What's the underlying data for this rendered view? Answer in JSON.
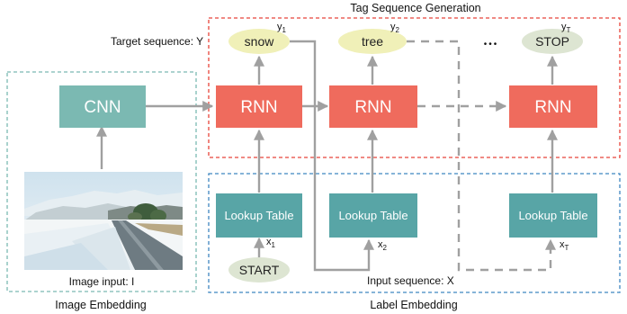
{
  "colors": {
    "cnn_box": "#7bb9b2",
    "rnn_box": "#ef6b5d",
    "lookup_box": "#58a5a6",
    "output_oval": "#f0f0b8",
    "stop_oval": "#dde5d2",
    "start_oval": "#dde5d2",
    "arrow": "#a0a0a0",
    "tag_region_border": "#e8443a",
    "label_region_border": "#3f86c0",
    "image_region_border": "#7bb9b2"
  },
  "regions": {
    "tag_sequence_title": "Tag Sequence Generation",
    "image_embedding_caption": "Image Embedding",
    "label_embedding_caption": "Label Embedding"
  },
  "labels": {
    "target_sequence": "Target sequence: Y",
    "input_sequence": "Input sequence: X",
    "image_input": "Image input: I",
    "ellipsis": "•••"
  },
  "nodes": {
    "cnn": "CNN",
    "rnn_1": "RNN",
    "rnn_2": "RNN",
    "rnn_t": "RNN",
    "lookup_1": "Lookup Table",
    "lookup_2": "Lookup Table",
    "lookup_t": "Lookup Table"
  },
  "outputs": {
    "out_1": "snow",
    "out_2": "tree",
    "out_t": "STOP",
    "y1_base": "y",
    "y1_sub": "1",
    "y2_base": "y",
    "y2_sub": "2",
    "yt_base": "y",
    "yt_sub": "T"
  },
  "inputs": {
    "start": "START",
    "x1_base": "x",
    "x1_sub": "1",
    "x2_base": "x",
    "x2_sub": "2",
    "xt_base": "x",
    "xt_sub": "T"
  },
  "image": {
    "icon": "snowy-road-photo"
  }
}
